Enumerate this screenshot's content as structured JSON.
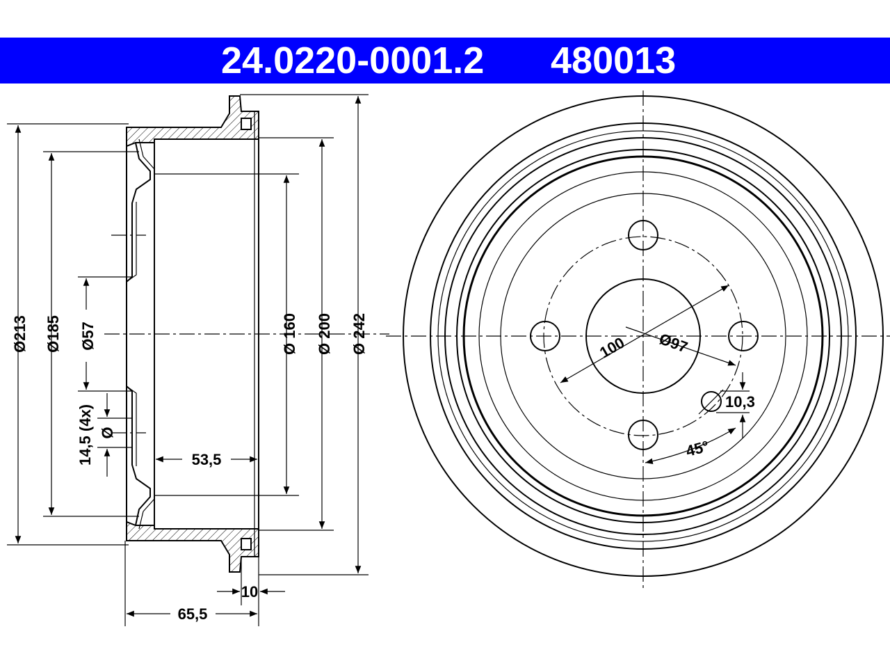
{
  "header": {
    "part_number": "24.0220-0001.2",
    "reference_number": "480013",
    "background_color": "#0000ff",
    "text_color": "#ffffff"
  },
  "side_view": {
    "dim_213": "Ø213",
    "dim_185": "Ø185",
    "dim_57": "Ø57",
    "dim_160": "Ø 160",
    "dim_200": "Ø 200",
    "dim_242": "Ø 242",
    "dim_hole_count": "14,5 (4x)",
    "dim_hole_symbol": "Ø",
    "dim_53_5": "53,5",
    "dim_10": "10",
    "dim_65_5": "65,5"
  },
  "front_view": {
    "dim_100": "100",
    "dim_97": "Ø97",
    "dim_10_3": "10,3",
    "dim_45": "45°"
  }
}
